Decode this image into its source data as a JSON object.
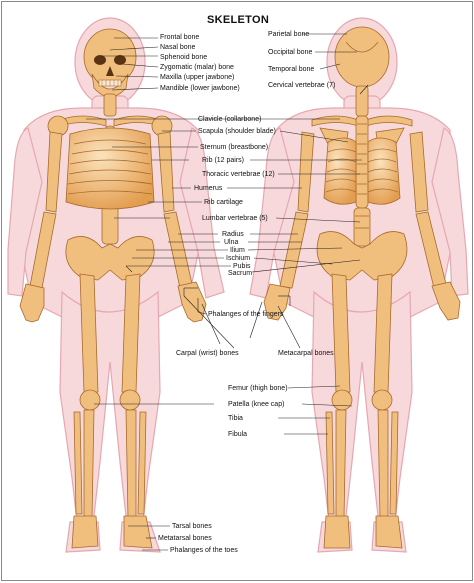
{
  "title": "SKELETON",
  "labels": {
    "frontal_bone": "Frontal bone",
    "nasal_bone": "Nasal bone",
    "sphenoid_bone": "Sphenoid bone",
    "zygomatic": "Zygomatic (malar) bone",
    "maxilla": "Maxilla (upper jawbone)",
    "mandible": "Mandible (lower jawbone)",
    "parietal_bone": "Parietal bone",
    "occipital_bone": "Occipital bone",
    "temporal_bone": "Temporal bone",
    "cervical_vertebrae": "Cervical vertebrae (7)",
    "clavicle": "Clavicle (collarbone)",
    "scapula": "Scapula (shoulder blade)",
    "sternum": "Sternum (breastbone)",
    "rib": "Rib (12 pairs)",
    "thoracic_vertebrae": "Thoracic vertebrae (12)",
    "humerus": "Humerus",
    "rib_cartilage": "Rib cartilage",
    "lumbar_vertebrae": "Lumbar vertebrae (5)",
    "radius": "Radius",
    "ulna": "Ulna",
    "ilium": "Ilium",
    "ischium": "Ischium",
    "pubis": "Pubis",
    "sacrum": "Sacrum",
    "phalanges_fingers": "Phalanges of the fingers",
    "carpal_bones": "Carpal (wrist) bones",
    "metacarpal_bones": "Metacarpal bones",
    "femur": "Femur (thigh bone)",
    "patella": "Patella (knee cap)",
    "tibia": "Tibia",
    "fibula": "Fibula",
    "tarsal_bones": "Tarsal bones",
    "metatarsal_bones": "Metatarsal bones",
    "phalanges_toes": "Phalanges of the toes"
  },
  "colors": {
    "body_fill": "#f7d9dc",
    "body_outline": "#e7a7b0",
    "bone_fill": "#f1bf7d",
    "bone_stroke": "#a86a2c",
    "leader_line": "#222222"
  }
}
